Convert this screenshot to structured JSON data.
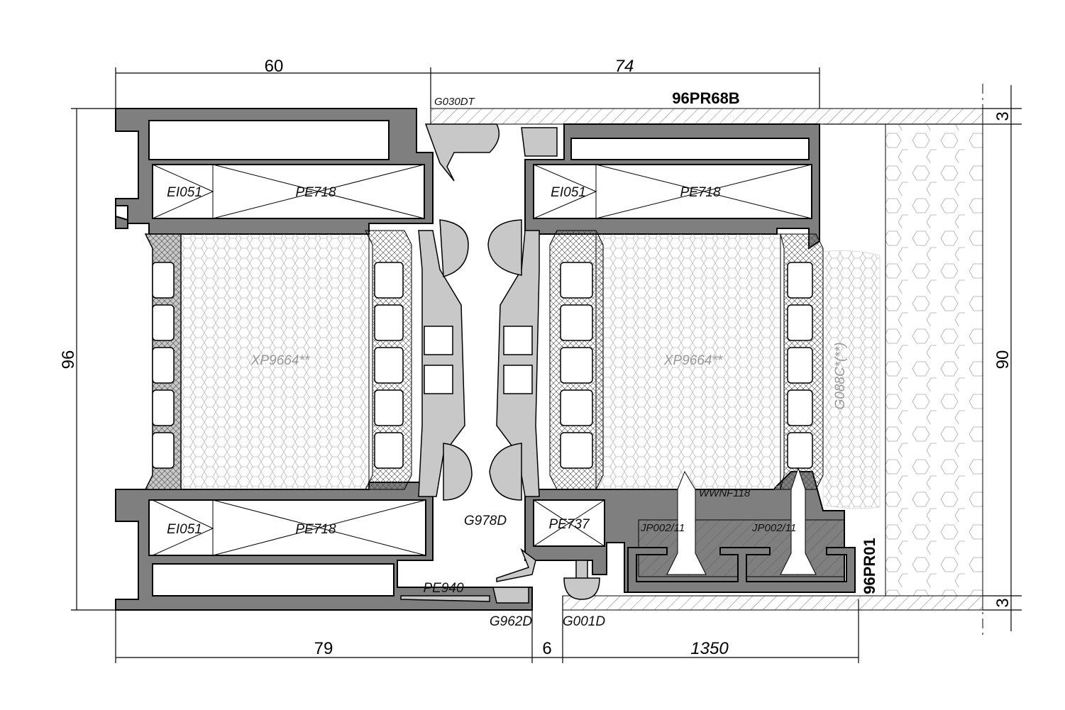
{
  "dimensions": {
    "top_left": "60",
    "top_right": "74",
    "left_height": "96",
    "right_top": "3",
    "right_middle": "90",
    "right_bottom": "3",
    "bottom_left": "79",
    "bottom_gap": "6",
    "bottom_right": "1350"
  },
  "labels": {
    "top_profile": "96PR68B",
    "top_gasket": "G030DT",
    "insert_left_top_a": "EI051",
    "insert_left_top_b": "PE718",
    "insert_right_top_a": "EI051",
    "insert_right_top_b": "PE718",
    "insert_left_bottom_a": "EI051",
    "insert_left_bottom_b": "PE718",
    "insulation_left": "XP9664**",
    "insulation_right": "XP9664**",
    "seal_right": "G088C*(**)",
    "screw": "WWNF118",
    "block_a": "JP002/11",
    "block_b": "JP002/11",
    "insert_bottom_right": "PE737",
    "center_gasket": "G978D",
    "bottom_insert": "PE940",
    "bottom_gasket_left": "G962D",
    "bottom_gasket_right": "G001D",
    "bottom_profile": "96PR01"
  },
  "colors": {
    "profile": "#7f7f7f",
    "gasket": "#c8c8c8",
    "line": "#000000"
  }
}
